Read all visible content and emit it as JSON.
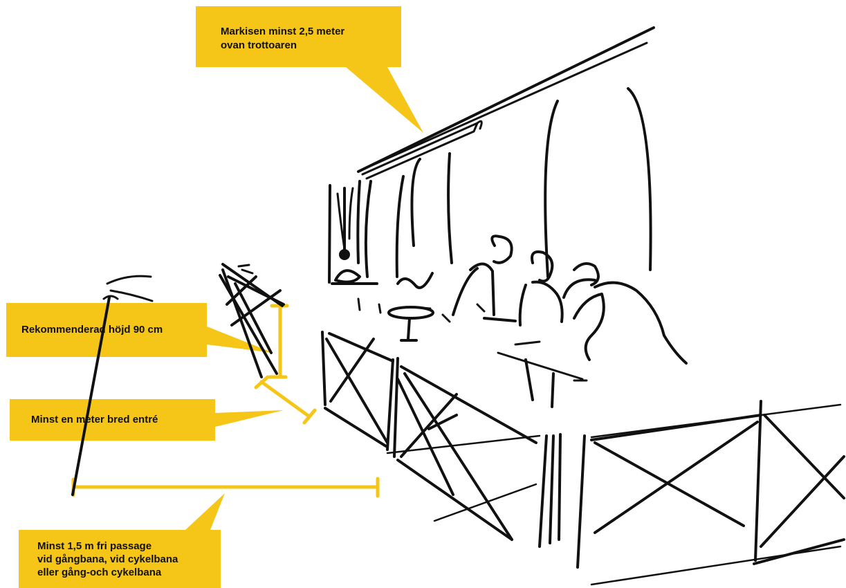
{
  "colors": {
    "callout_fill": "#F5C518",
    "measure_line": "#F5C518",
    "sketch_ink": "#111111",
    "label_text": "#111111"
  },
  "callouts": {
    "awning_height": "Markisen minst 2,5 meter\novan trottoaren",
    "recommended_height": "Rekommenderad höjd 90 cm",
    "entrance_width": "Minst en meter bred entré",
    "free_passage": "Minst 1,5 m fri passage\nvid gångbana, vid cykelbana\neller gång-och cykelbana"
  }
}
